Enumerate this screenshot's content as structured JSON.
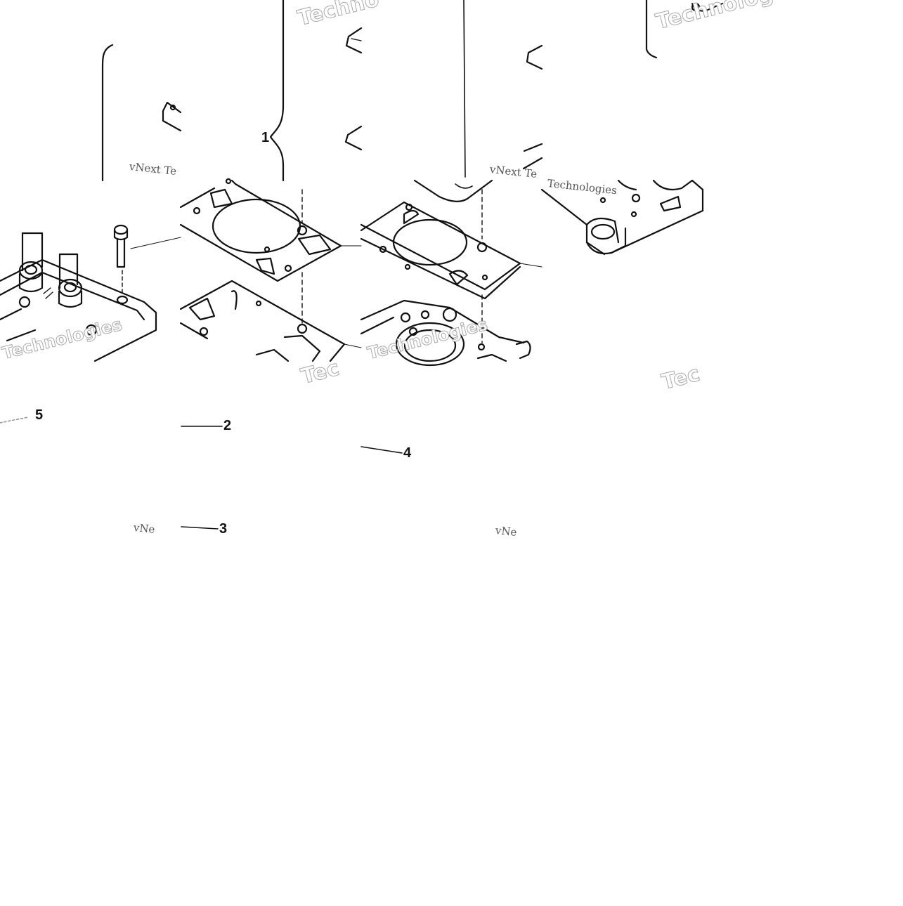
{
  "callouts": {
    "c1": "1",
    "c2": "2",
    "c3": "3",
    "c4": "4",
    "c5": "5"
  },
  "watermarks": {
    "brand_a": "vNext Technologies",
    "brand_b": "Technologies",
    "brand_c": "Techno",
    "brand_d": "Tec",
    "brand_e": "vNe",
    "brand_f": "vNext Te"
  },
  "colors": {
    "line": "#111111",
    "watermark": "#c9c9c9"
  }
}
